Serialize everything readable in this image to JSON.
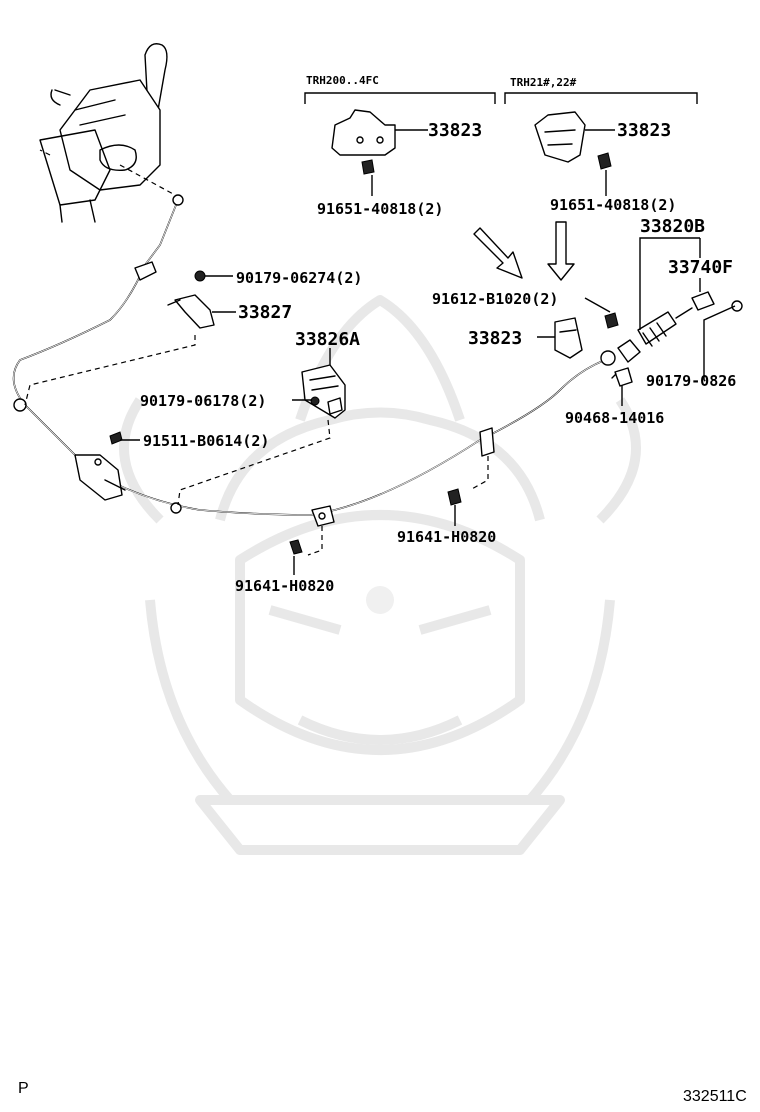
{
  "variants": [
    {
      "text": "TRH200..4FC"
    },
    {
      "text": "TRH21#,22#"
    }
  ],
  "labels": {
    "p33823_a": "33823",
    "p91651_a": "91651-40818(2)",
    "p33823_b": "33823",
    "p91651_b": "91651-40818(2)",
    "p33820b": "33820B",
    "p33740f": "33740F",
    "p90179_06274": "90179-06274(2)",
    "p33827": "33827",
    "p91612": "91612-B1020(2)",
    "p33823_c": "33823",
    "p33826a": "33826A",
    "p90179_06178": "90179-06178(2)",
    "p90179_0826": "90179-0826",
    "p90468": "90468-14016",
    "p91511": "91511-B0614(2)",
    "p91641_a": "91641-H0820",
    "p91641_b": "91641-H0820"
  },
  "footer": {
    "left": "P",
    "right": "332511C"
  }
}
